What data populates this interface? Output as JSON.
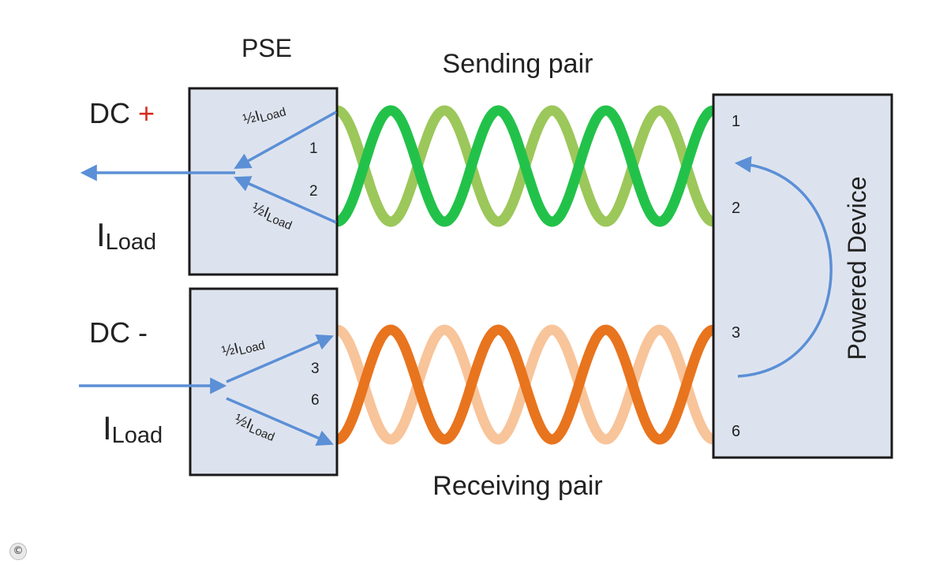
{
  "pse_title": "PSE",
  "sending_pair_label": "Sending pair",
  "receiving_pair_label": "Receiving pair",
  "powered_device_label": "Powered Device",
  "dc_plus": {
    "text": "DC ",
    "sign": "+"
  },
  "dc_minus": {
    "text": "DC -"
  },
  "i_load_main": "I",
  "load_sub": "Load",
  "half_prefix": "½I",
  "pse_top_pins": [
    "1",
    "2"
  ],
  "pse_bottom_pins": [
    "3",
    "6"
  ],
  "pd_pins": [
    "1",
    "2",
    "3",
    "6"
  ],
  "copyright_symbol": "©",
  "colors": {
    "arrow": "#5b8fd6",
    "green_light": "#9cc75a",
    "green_dark": "#22c24a",
    "orange_light": "#f8c49a",
    "orange_dark": "#e8741e",
    "box_fill": "#dde3ee",
    "box_stroke": "#1a1a1a",
    "plus_sign": "#d62b1f"
  }
}
